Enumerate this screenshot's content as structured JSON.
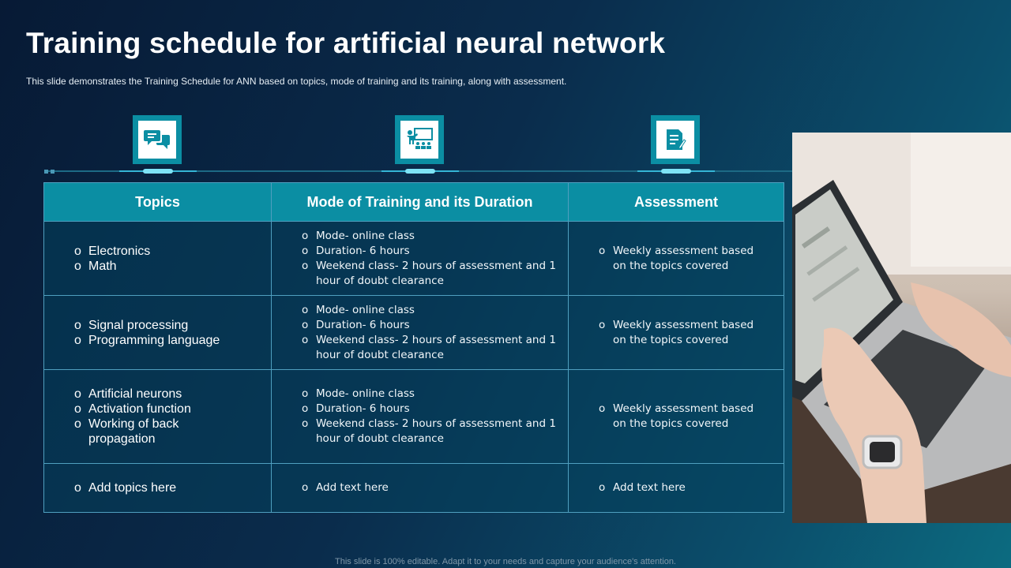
{
  "slide": {
    "title": "Training schedule for artificial neural network",
    "subtitle": "This slide demonstrates the Training Schedule for ANN based on topics, mode of training and its training, along with assessment.",
    "footer": "This slide is 100% editable. Adapt it to your needs and capture your audience's attention."
  },
  "icons": [
    "chat-bubbles-icon",
    "presentation-training-icon",
    "assessment-document-icon"
  ],
  "colors": {
    "background_dark": "#071a35",
    "background_light": "#0c6b80",
    "accent_teal": "#0b8ea3",
    "table_border": "#4f9fbf",
    "highlight": "#7ee3f5"
  },
  "table": {
    "headers": [
      "Topics",
      "Mode of Training and its Duration",
      "Assessment"
    ],
    "rows": [
      {
        "topics": [
          "Electronics",
          "Math"
        ],
        "mode": [
          "Mode- online class",
          "Duration- 6 hours",
          "Weekend class- 2 hours of assessment and 1 hour of doubt clearance"
        ],
        "assessment": [
          "Weekly assessment based on the topics covered"
        ]
      },
      {
        "topics": [
          "Signal processing",
          "Programming language"
        ],
        "mode": [
          "Mode- online class",
          "Duration- 6 hours",
          "Weekend class- 2 hours of assessment and 1 hour of doubt clearance"
        ],
        "assessment": [
          "Weekly assessment based on the topics covered"
        ]
      },
      {
        "topics": [
          "Artificial neurons",
          "Activation function",
          "Working of back propagation"
        ],
        "mode": [
          "Mode- online class",
          "Duration- 6 hours",
          "Weekend class- 2 hours of assessment and 1 hour of doubt clearance"
        ],
        "assessment": [
          "Weekly assessment based on the topics covered"
        ]
      },
      {
        "topics": [
          "Add topics here"
        ],
        "mode": [
          "Add text here"
        ],
        "assessment": [
          "Add text here"
        ]
      }
    ]
  }
}
